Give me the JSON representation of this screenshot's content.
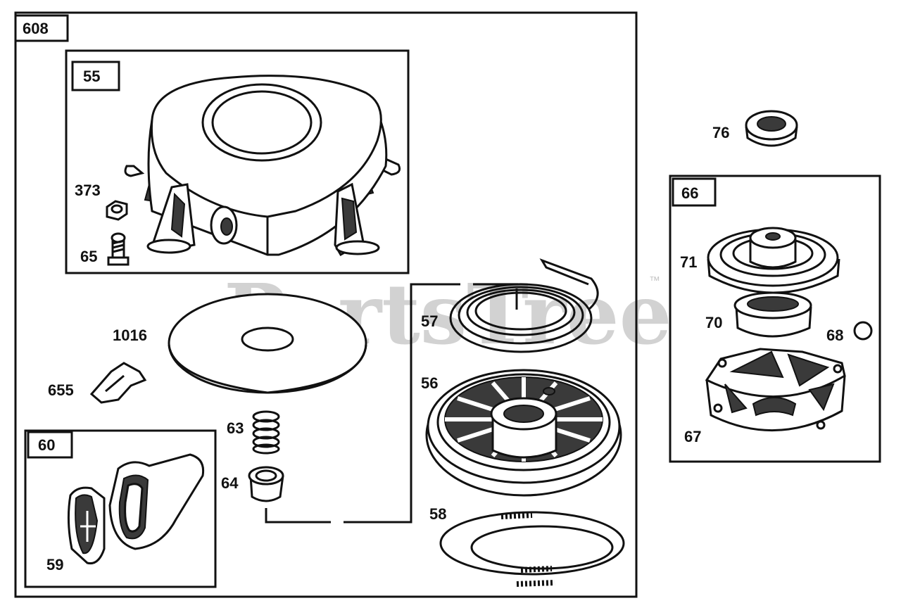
{
  "diagram": {
    "assembly_box": {
      "number": "608"
    },
    "sub_boxes": [
      {
        "key": "housing",
        "number": "55"
      },
      {
        "key": "handle",
        "number": "60"
      },
      {
        "key": "starter_clutch",
        "number": "66"
      }
    ],
    "callouts": [
      {
        "key": "nut",
        "number": "373"
      },
      {
        "key": "screw",
        "number": "65"
      },
      {
        "key": "plate",
        "number": "1016"
      },
      {
        "key": "clip",
        "number": "655"
      },
      {
        "key": "spring",
        "number": "63"
      },
      {
        "key": "retainer",
        "number": "64"
      },
      {
        "key": "insert",
        "number": "59"
      },
      {
        "key": "rewind_spring",
        "number": "57"
      },
      {
        "key": "pulley",
        "number": "56"
      },
      {
        "key": "rope",
        "number": "58"
      },
      {
        "key": "seal",
        "number": "76"
      },
      {
        "key": "ratchet",
        "number": "71"
      },
      {
        "key": "ratchet_cover",
        "number": "70"
      },
      {
        "key": "ball",
        "number": "68"
      },
      {
        "key": "clutch_housing",
        "number": "67"
      }
    ],
    "watermark": {
      "text": "PartsTree",
      "trademark": "™"
    }
  }
}
